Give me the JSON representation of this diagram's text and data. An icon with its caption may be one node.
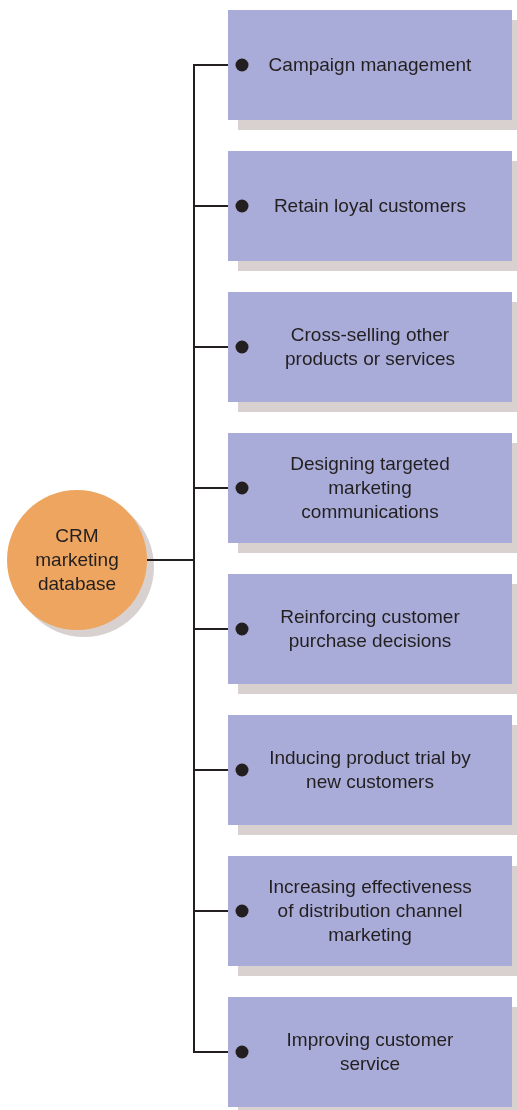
{
  "diagram": {
    "nodes": [
      {
        "text": [
          "CRM marketing database"
        ]
      },
      {
        "text": [
          "Campaign management"
        ]
      },
      {
        "text": [
          "Retain loyal customers"
        ]
      },
      {
        "text": [
          "Cross-selling other products or services"
        ]
      },
      {
        "text": [
          "Designing targeted marketing communications"
        ]
      },
      {
        "text": [
          "Reinforcing customer purchase decisions"
        ]
      },
      {
        "text": [
          "Inducing product trial by new customers"
        ]
      },
      {
        "text": [
          "Increasing effectiveness of distribution channel marketing"
        ]
      },
      {
        "text": [
          "Improving customer service"
        ]
      }
    ],
    "edges": [
      {
        "from": 0,
        "to": 1,
        "arrow": "other"
      },
      {
        "from": 0,
        "to": 2,
        "arrow": "other"
      },
      {
        "from": 0,
        "to": 3,
        "arrow": "other"
      },
      {
        "from": 0,
        "to": 4,
        "arrow": "other"
      },
      {
        "from": 0,
        "to": 5,
        "arrow": "other"
      },
      {
        "from": 0,
        "to": 6,
        "arrow": "other"
      },
      {
        "from": 0,
        "to": 7,
        "arrow": "other"
      },
      {
        "from": 0,
        "to": 8,
        "arrow": "other"
      }
    ]
  }
}
